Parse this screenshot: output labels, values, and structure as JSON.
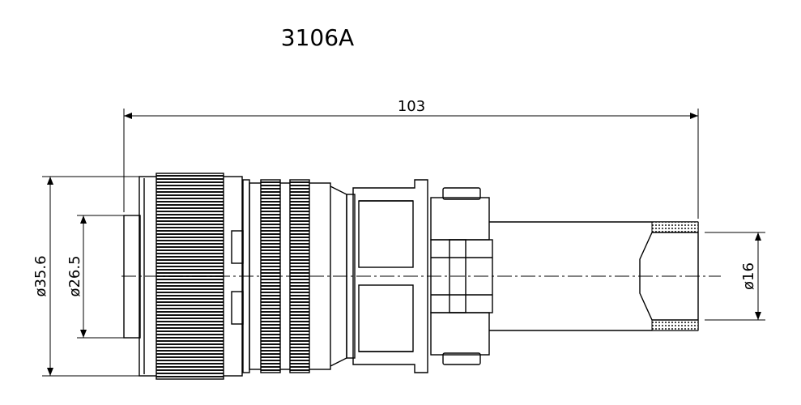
{
  "title": "3106A",
  "dimensions": {
    "overall_length": "103",
    "outer_diameter": "ø35.6",
    "inner_diameter": "ø26.5",
    "cable_diameter": "ø16"
  },
  "colors": {
    "stroke": "#000000",
    "background": "#ffffff"
  }
}
